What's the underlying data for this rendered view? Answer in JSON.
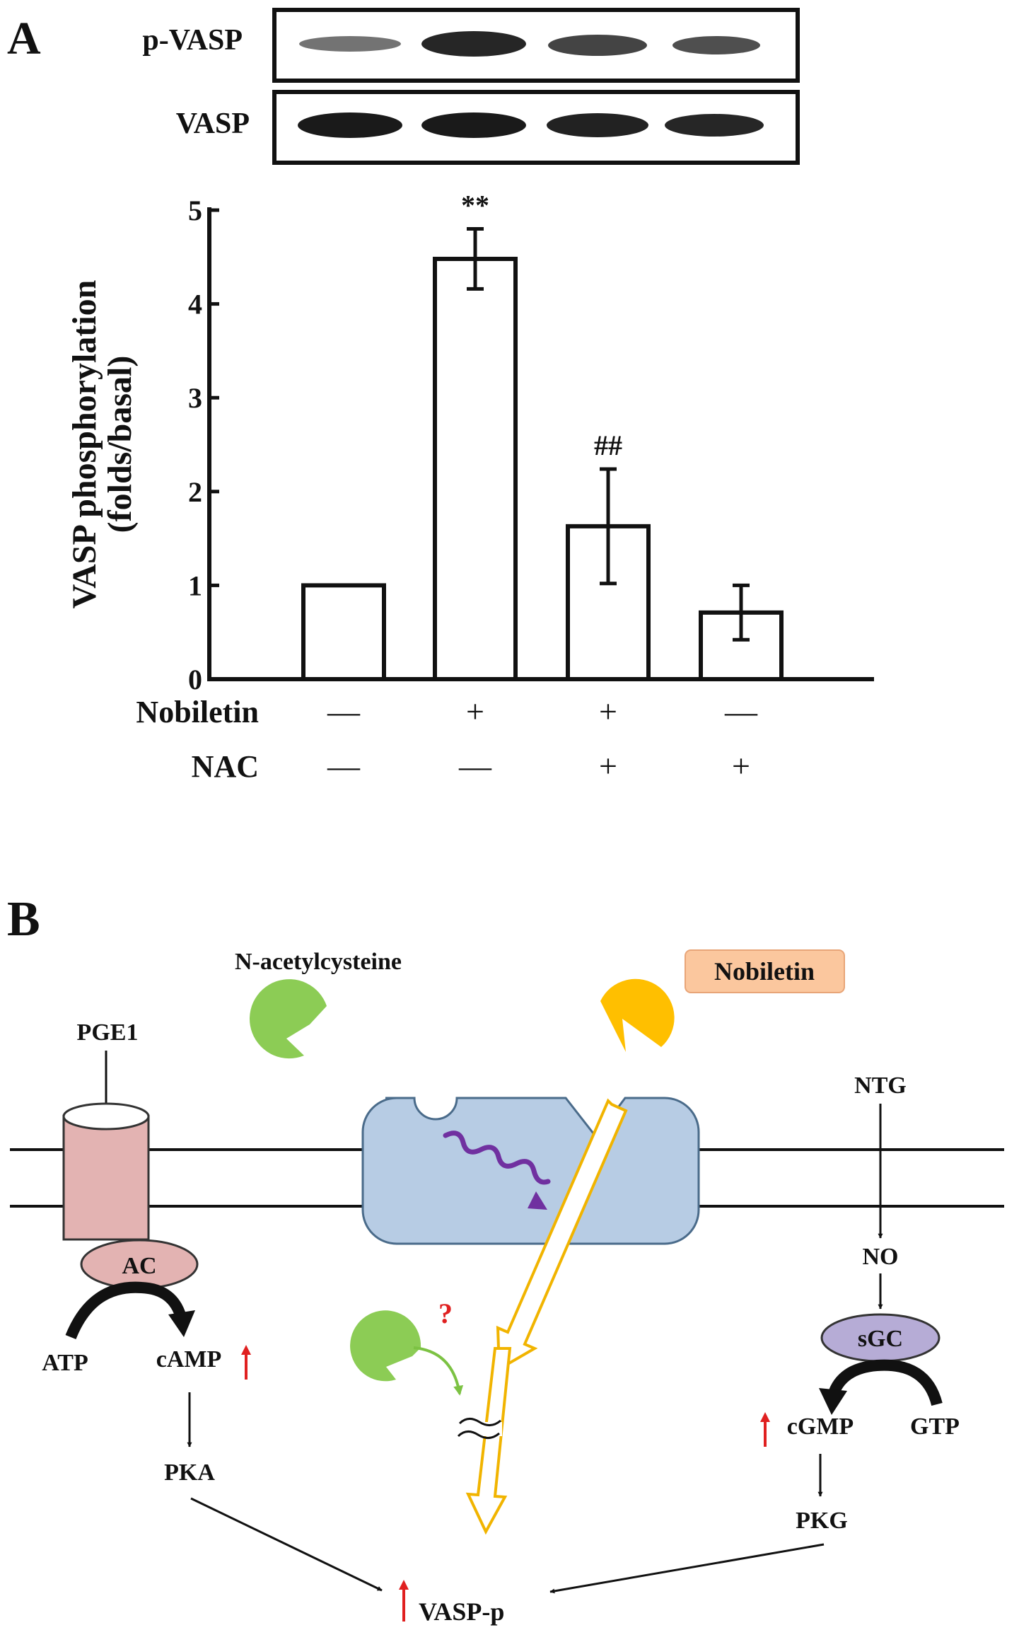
{
  "panel_a": {
    "letter": "A",
    "blot_labels": [
      "p-VASP",
      "VASP"
    ]
  },
  "panel_b": {
    "letter": "B",
    "labels": {
      "nac": "N-acetylcysteine",
      "nobiletin": "Nobiletin",
      "pge1": "PGE1",
      "ac": "AC",
      "atp": "ATP",
      "camp": "cAMP",
      "pka": "PKA",
      "ntg": "NTG",
      "no": "NO",
      "sgc": "sGC",
      "cgmp": "cGMP",
      "gtp": "GTP",
      "pkg": "PKG",
      "vasp_p": "VASP-p",
      "question": "?"
    },
    "colors": {
      "nac_green": "#8ccc55",
      "nobiletin_yellow": "#ffbf00",
      "nobiletin_box": "#fbc79e",
      "receptor_blue": "#b7cce4",
      "ac_pink": "#e3b3b2",
      "sgc_purple": "#b6acd6",
      "up_arrow_red": "#e02020",
      "squiggle_purple": "#7030a0",
      "hollow_arrow": "#f1b400"
    }
  },
  "chart_data": {
    "type": "bar",
    "title": "",
    "xlabel": "",
    "ylabel": "VASP phosphorylation\n(folds/basal)",
    "ylim": [
      0,
      5
    ],
    "yticks": [
      0,
      1,
      2,
      3,
      4,
      5
    ],
    "values": [
      1.0,
      4.48,
      1.63,
      0.71
    ],
    "errors": [
      0,
      0.32,
      0.61,
      0.29
    ],
    "annotations": [
      "",
      "**",
      "##",
      ""
    ],
    "conditions": [
      {
        "label": "Nobiletin",
        "signs": [
          "—",
          "+",
          "+",
          "—"
        ]
      },
      {
        "label": "NAC",
        "signs": [
          "—",
          "—",
          "+",
          "+"
        ]
      }
    ]
  }
}
